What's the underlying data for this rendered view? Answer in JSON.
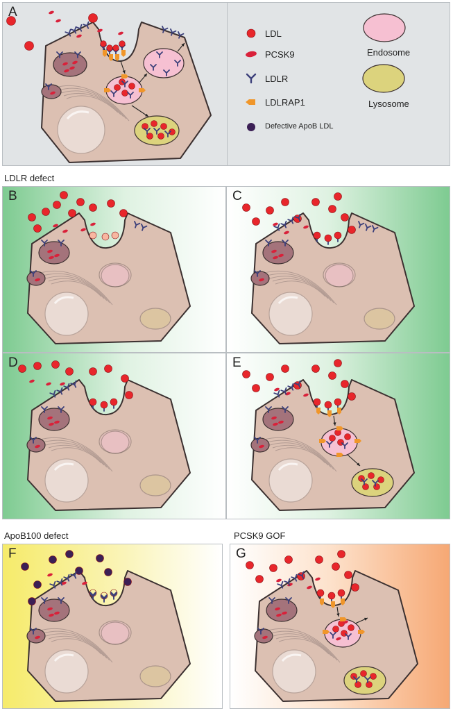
{
  "panels": {
    "A": {
      "letter": "A"
    },
    "B": {
      "letter": "B"
    },
    "C": {
      "letter": "C"
    },
    "D": {
      "letter": "D"
    },
    "E": {
      "letter": "E"
    },
    "F": {
      "letter": "F"
    },
    "G": {
      "letter": "G"
    }
  },
  "sections": {
    "ldlr": "LDLR defect",
    "apob": "ApoB100 defect",
    "pcsk9": "PCSK9 GOF"
  },
  "legend": {
    "ldl": "LDL",
    "pcsk9": "PCSK9",
    "ldlr": "LDLR",
    "ldlrap1": "LDLRAP1",
    "defective": "Defective ApoB LDL",
    "endosome": "Endosome",
    "lysosome": "Lysosome"
  },
  "colors": {
    "ldl": "#e8262b",
    "pcsk9": "#d9213a",
    "ldlr": "#3b3f7a",
    "ldlrap1": "#f0962a",
    "defective": "#3b1f55",
    "cell": "#dcc0b2",
    "endosome": "#f6c0d2",
    "lysosome": "#dcd37d"
  }
}
